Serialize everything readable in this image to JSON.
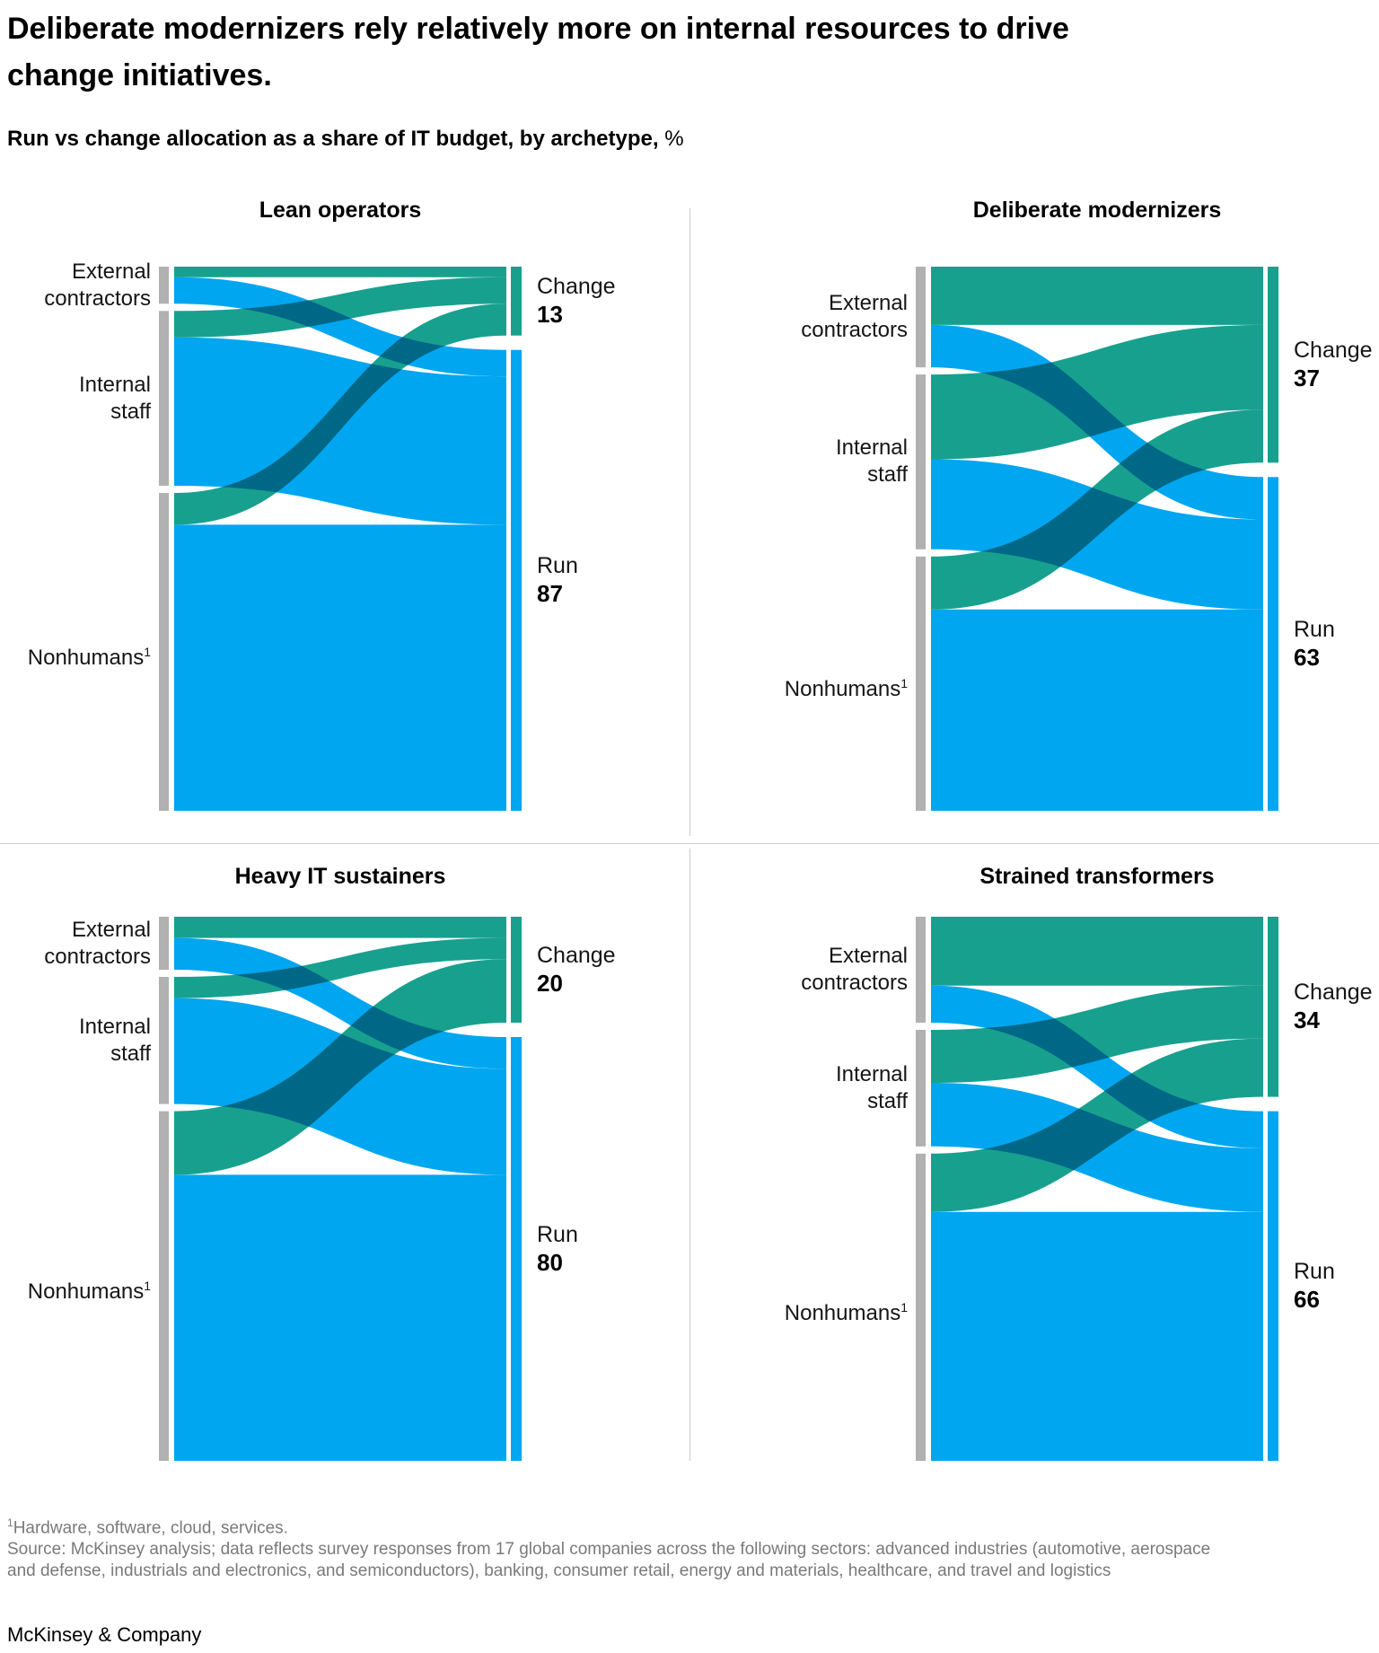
{
  "header": {
    "title_lines": [
      "Deliberate modernizers rely relatively more on internal resources to drive",
      "change initiatives."
    ],
    "subtitle": "Run vs change allocation as a share of IT budget, by archetype,",
    "subtitle_unit": "%"
  },
  "chart_data": {
    "type": "sankey",
    "title": "Run vs change allocation as a share of IT budget, by archetype, %",
    "target_labels": {
      "change": "Change",
      "run": "Run"
    },
    "source_label_lines": [
      [
        "External",
        "contractors"
      ],
      [
        "Internal",
        "staff"
      ],
      [
        "Nonhumans"
      ]
    ],
    "nonhumans_superscript": "1",
    "panels": [
      {
        "title": "Lean operators",
        "change": 13,
        "run": 87,
        "flows": {
          "external_contractors": {
            "change": 2,
            "run": 5
          },
          "internal_staff": {
            "change": 5,
            "run": 28
          },
          "nonhumans": {
            "change": 6,
            "run": 54
          }
        }
      },
      {
        "title": "Deliberate modernizers",
        "change": 37,
        "run": 63,
        "flows": {
          "external_contractors": {
            "change": 11,
            "run": 8
          },
          "internal_staff": {
            "change": 16,
            "run": 17
          },
          "nonhumans": {
            "change": 10,
            "run": 38
          }
        }
      },
      {
        "title": "Heavy IT sustainers",
        "change": 20,
        "run": 80,
        "flows": {
          "external_contractors": {
            "change": 4,
            "run": 6
          },
          "internal_staff": {
            "change": 4,
            "run": 20
          },
          "nonhumans": {
            "change": 12,
            "run": 54
          }
        }
      },
      {
        "title": "Strained transformers",
        "change": 34,
        "run": 66,
        "flows": {
          "external_contractors": {
            "change": 13,
            "run": 7
          },
          "internal_staff": {
            "change": 10,
            "run": 12
          },
          "nonhumans": {
            "change": 11,
            "run": 47
          }
        }
      }
    ]
  },
  "colors": {
    "change_green": "#18A08F",
    "run_blue": "#00A6F0",
    "node_gray": "#B1B1B1",
    "divider": "#CCCCCC",
    "footnote_gray": "#7A7A7A"
  },
  "footnotes": {
    "sup": "1",
    "note": "Hardware, software, cloud, services.",
    "source_lines": [
      "Source: McKinsey analysis; data reflects survey responses from 17 global companies across the following sectors: advanced industries (automotive, aerospace",
      "and defense, industrials and electronics, and semiconductors), banking, consumer retail, energy and materials, healthcare, and travel and logistics"
    ]
  },
  "footer": {
    "brand": "McKinsey & Company"
  }
}
